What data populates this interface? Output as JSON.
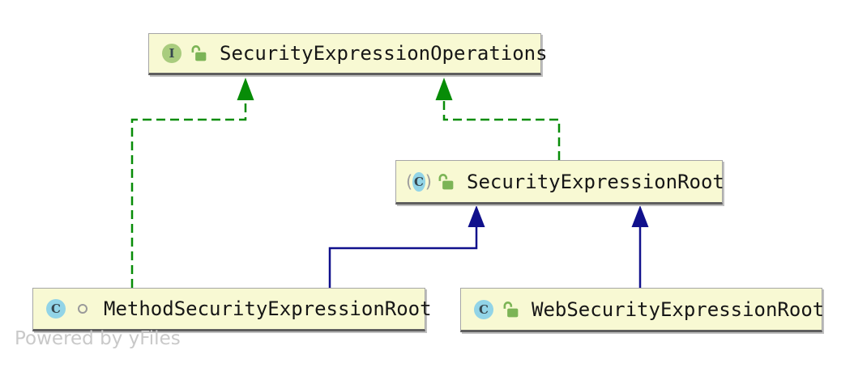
{
  "diagram": {
    "watermark": "Powered by yFiles",
    "nodes": [
      {
        "label": "SecurityExpressionOperations",
        "kind": "interface",
        "kind_letter": "I",
        "visibility": "public",
        "visibility_icon": "open-padlock-icon"
      },
      {
        "label": "SecurityExpressionRoot",
        "kind": "abstract-class",
        "kind_letter": "C",
        "abstract_marker_open": "(",
        "abstract_marker_close": ")",
        "visibility": "public",
        "visibility_icon": "open-padlock-icon"
      },
      {
        "label": "MethodSecurityExpressionRoot",
        "kind": "class",
        "kind_letter": "C",
        "visibility": "package-private",
        "visibility_icon": "circle-outline-icon"
      },
      {
        "label": "WebSecurityExpressionRoot",
        "kind": "class",
        "kind_letter": "C",
        "visibility": "public",
        "visibility_icon": "open-padlock-icon"
      }
    ],
    "edges": [
      {
        "from": "MethodSecurityExpressionRoot",
        "to": "SecurityExpressionOperations",
        "type": "realization",
        "style": "dashed",
        "color": "#078c07"
      },
      {
        "from": "SecurityExpressionRoot",
        "to": "SecurityExpressionOperations",
        "type": "realization",
        "style": "dashed",
        "color": "#078c07"
      },
      {
        "from": "MethodSecurityExpressionRoot",
        "to": "SecurityExpressionRoot",
        "type": "generalization",
        "style": "solid",
        "color": "#10108c"
      },
      {
        "from": "WebSecurityExpressionRoot",
        "to": "SecurityExpressionRoot",
        "type": "generalization",
        "style": "solid",
        "color": "#10108c"
      }
    ],
    "colors": {
      "node_fill": "#f8f9d3",
      "node_border": "#a6a6a6",
      "node_bottom_edge": "#5e5e5e",
      "realization_green": "#078c07",
      "generalization_navy": "#10108c",
      "interface_icon_bg": "#a9cc7e",
      "class_icon_bg": "#92d4e7",
      "lock_green": "#7cb456",
      "watermark_gray": "#c9c9c9"
    }
  }
}
